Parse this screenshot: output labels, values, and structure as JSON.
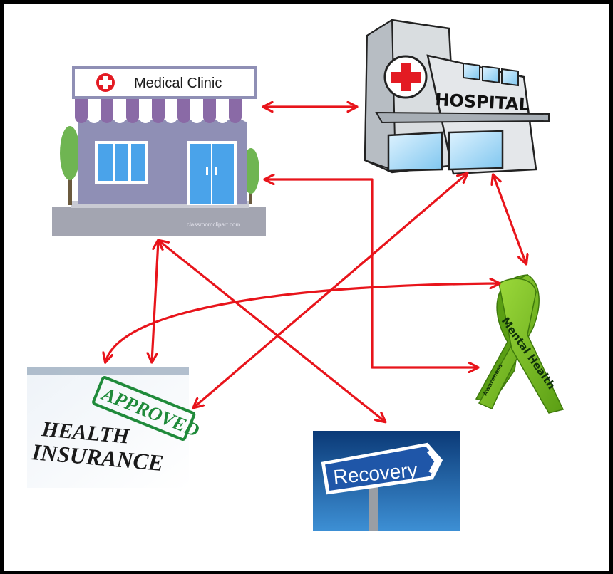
{
  "nodes": {
    "clinic": {
      "label": "Medical Clinic",
      "watermark": "classroomclipart.com"
    },
    "hospital": {
      "label": "HOSPITAL"
    },
    "insurance": {
      "line1": "HEALTH",
      "line2": "INSURANCE",
      "stamp": "APPROVED"
    },
    "recovery": {
      "label": "Recovery"
    },
    "mental_health": {
      "label": "Mental Health",
      "sub": "Awareness"
    }
  },
  "connections": [
    {
      "from": "clinic",
      "to": "hospital",
      "style": "bidirectional"
    },
    {
      "from": "hospital",
      "to": "clinic",
      "style": "bidirectional"
    },
    {
      "from": "hospital",
      "to": "mental_health",
      "style": "bidirectional"
    },
    {
      "from": "hospital",
      "to": "insurance",
      "style": "bidirectional"
    },
    {
      "from": "clinic",
      "to": "insurance",
      "style": "bidirectional"
    },
    {
      "from": "clinic",
      "to": "recovery",
      "style": "bidirectional"
    },
    {
      "from": "mental_health",
      "to": "insurance",
      "style": "bidirectional"
    },
    {
      "from": "clinic",
      "to": "mental_health",
      "style": "elbow"
    }
  ],
  "colors": {
    "arrow": "#e8141b",
    "border": "#000000",
    "clinic_wall": "#8f8fb5",
    "awning": "#8a6aa6",
    "hospital_wall": "#d9dde0",
    "cross": "#e31b23",
    "ribbon": "#7fc41f",
    "recovery_sign": "#1f56a8",
    "approved": "#1f8a3a"
  }
}
